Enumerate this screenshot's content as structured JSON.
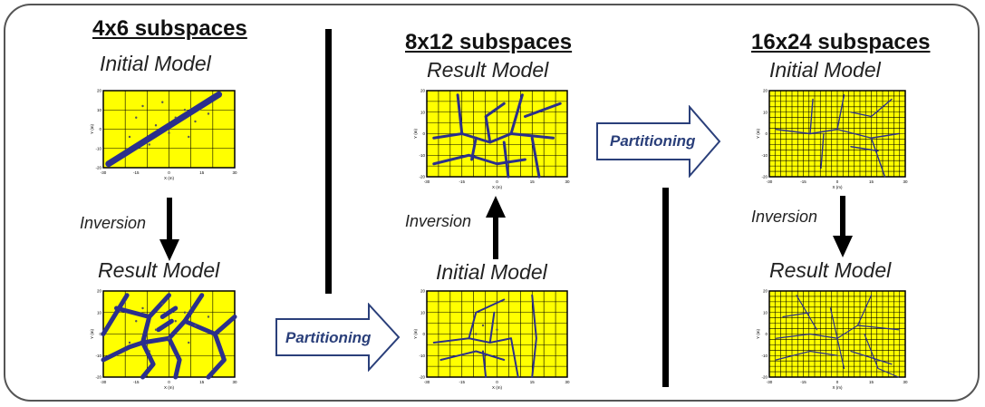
{
  "columns": [
    {
      "header": "4x6 subspaces",
      "top_label": "Initial Model",
      "bottom_label": "Result Model",
      "inversion_label": "Inversion"
    },
    {
      "header": "8x12 subspaces",
      "top_label": "Result Model",
      "bottom_label": "Initial Model",
      "inversion_label": "Inversion"
    },
    {
      "header": "16x24 subspaces",
      "top_label": "Initial Model",
      "bottom_label": "Result Model",
      "inversion_label": "Inversion"
    }
  ],
  "partition_arrows": [
    {
      "label": "Partitioning"
    },
    {
      "label": "Partitioning"
    }
  ],
  "plot_axes": {
    "xlabel": "X (m)",
    "ylabel": "Y (m)",
    "x_ticks": [
      "-30",
      "-15",
      "0",
      "15",
      "30"
    ],
    "y_ticks": [
      "20",
      "10",
      "0",
      "-10",
      "-20"
    ]
  },
  "colors": {
    "plot_fill": "#ffff00",
    "structure": "#2b2f8c",
    "arrow_outline": "#2a3f7a",
    "frame": "#555555"
  }
}
